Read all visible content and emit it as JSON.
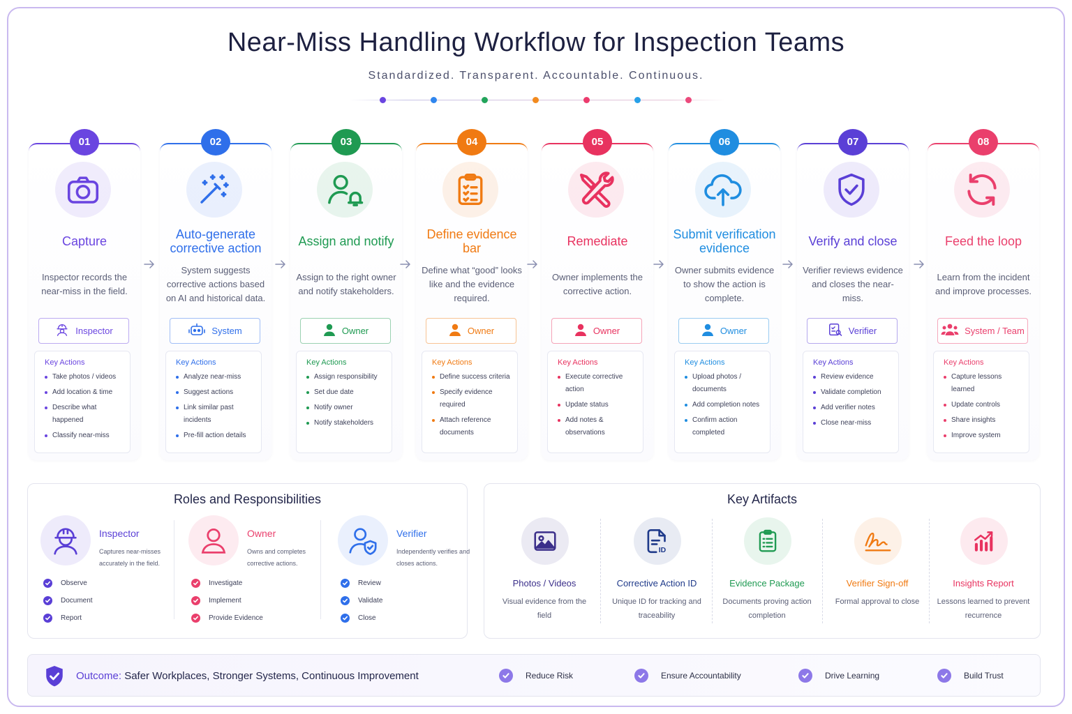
{
  "header": {
    "title": "Near-Miss Handling Workflow for Inspection Teams",
    "subtitle": "Standardized. Transparent. Accountable. Continuous.",
    "dot_colors": [
      "#6a45e0",
      "#2f86ee",
      "#22a45a",
      "#f28a1e",
      "#ec3b6d",
      "#27a0e8",
      "#ec4a7c"
    ]
  },
  "steps": [
    {
      "number": "01",
      "name": "Capture",
      "color": "#6a45e0",
      "description": "Inspector records the near-miss in the field.",
      "role": "Inspector",
      "role_icon": "inspector-icon",
      "icon": "camera-icon",
      "key_actions_label": "Key Actions",
      "actions": [
        "Take photos / videos",
        "Add location & time",
        "Describe what happened",
        "Classify near-miss"
      ]
    },
    {
      "number": "02",
      "name": "Auto-generate corrective action",
      "color": "#2f6fea",
      "description": "System suggests corrective actions based on AI and historical data.",
      "role": "System",
      "role_icon": "robot-icon",
      "icon": "magic-wand-icon",
      "key_actions_label": "Key Actions",
      "actions": [
        "Analyze near-miss",
        "Suggest actions",
        "Link similar past incidents",
        "Pre-fill action details"
      ]
    },
    {
      "number": "03",
      "name": "Assign and notify",
      "color": "#1f9a52",
      "description": "Assign to the right owner and notify stakeholders.",
      "role": "Owner",
      "role_icon": "person-icon",
      "icon": "user-bell-icon",
      "key_actions_label": "Key Actions",
      "actions": [
        "Assign responsibility",
        "Set due date",
        "Notify owner",
        "Notify stakeholders"
      ]
    },
    {
      "number": "04",
      "name": "Define evidence bar",
      "color": "#f07a12",
      "description": "Define what “good” looks like and the evidence required.",
      "role": "Owner",
      "role_icon": "person-icon",
      "icon": "clipboard-checklist-icon",
      "key_actions_label": "Key Actions",
      "actions": [
        "Define success criteria",
        "Specify evidence required",
        "Attach reference documents"
      ]
    },
    {
      "number": "05",
      "name": "Remediate",
      "color": "#e8325f",
      "description": "Owner implements the corrective action.",
      "role": "Owner",
      "role_icon": "person-icon",
      "icon": "tools-icon",
      "key_actions_label": "Key Actions",
      "actions": [
        "Execute corrective action",
        "Update status",
        "Add notes & observations"
      ]
    },
    {
      "number": "06",
      "name": "Submit verification evidence",
      "color": "#1f8de0",
      "description": "Owner submits evidence to show the action is complete.",
      "role": "Owner",
      "role_icon": "person-icon",
      "icon": "cloud-upload-icon",
      "key_actions_label": "Key Actions",
      "actions": [
        "Upload photos / documents",
        "Add completion notes",
        "Confirm action completed"
      ]
    },
    {
      "number": "07",
      "name": "Verify and close",
      "color": "#5a3fd6",
      "description": "Verifier reviews evidence and closes the near-miss.",
      "role": "Verifier",
      "role_icon": "verifier-icon",
      "icon": "shield-check-icon",
      "key_actions_label": "Key Actions",
      "actions": [
        "Review evidence",
        "Validate completion",
        "Add verifier notes",
        "Close near-miss"
      ]
    },
    {
      "number": "08",
      "name": "Feed the loop",
      "color": "#ea3f6c",
      "description": "Learn from the incident and improve processes.",
      "role": "System / Team",
      "role_icon": "team-icon",
      "icon": "refresh-loop-icon",
      "key_actions_label": "Key Actions",
      "actions": [
        "Capture lessons learned",
        "Update controls",
        "Share insights",
        "Improve system"
      ]
    }
  ],
  "roles": {
    "title": "Roles and Responsibilities",
    "items": [
      {
        "name": "Inspector",
        "color": "#5a3fd6",
        "icon": "hardhat-worker-icon",
        "description": "Captures near-misses accurately in the field.",
        "tasks": [
          "Observe",
          "Document",
          "Report"
        ]
      },
      {
        "name": "Owner",
        "color": "#ea3f6c",
        "icon": "person-icon",
        "description": "Owns and completes corrective actions.",
        "tasks": [
          "Investigate",
          "Implement",
          "Provide Evidence"
        ]
      },
      {
        "name": "Verifier",
        "color": "#2f6fea",
        "icon": "user-shield-icon",
        "description": "Independently verifies and closes actions.",
        "tasks": [
          "Review",
          "Validate",
          "Close"
        ]
      }
    ]
  },
  "artifacts": {
    "title": "Key Artifacts",
    "items": [
      {
        "name": "Photos / Videos",
        "color": "#3b2f8a",
        "icon": "image-icon",
        "description": "Visual evidence from the field"
      },
      {
        "name": "Corrective Action ID",
        "color": "#1f3a8a",
        "icon": "document-id-icon",
        "description": "Unique ID for tracking and traceability"
      },
      {
        "name": "Evidence Package",
        "color": "#1f9a52",
        "icon": "clipboard-list-icon",
        "description": "Documents proving action completion"
      },
      {
        "name": "Verifier Sign-off",
        "color": "#f07a12",
        "icon": "signature-icon",
        "description": "Formal approval to close"
      },
      {
        "name": "Insights Report",
        "color": "#e8325f",
        "icon": "chart-trend-icon",
        "description": "Lessons learned to prevent recurrence"
      }
    ]
  },
  "outcome": {
    "label": "Outcome:",
    "text": "Safer Workplaces, Stronger Systems, Continuous Improvement",
    "items": [
      "Reduce Risk",
      "Ensure Accountability",
      "Drive Learning",
      "Build Trust"
    ]
  }
}
